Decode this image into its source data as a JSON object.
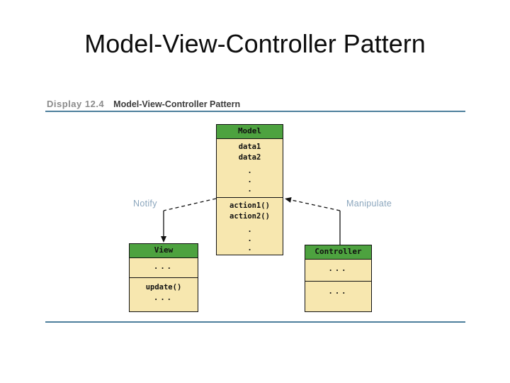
{
  "slide": {
    "title": "Model-View-Controller Pattern"
  },
  "figure": {
    "label": "Display 12.4",
    "caption": "Model-View-Controller Pattern",
    "colors": {
      "rule_blue": "#4d7f9c",
      "class_header_green": "#4da23f",
      "class_body_cream": "#f7e7af",
      "connector_label_blue": "#8ba6bd",
      "figure_label_gray": "#8b8b8b",
      "outline_black": "#111111"
    },
    "classes": {
      "model": {
        "name": "Model",
        "attributes": [
          "data1",
          "data2"
        ],
        "attr_dots": [
          ".",
          ".",
          "."
        ],
        "methods": [
          "action1()",
          "action2()"
        ],
        "method_dots": [
          ".",
          ".",
          "."
        ]
      },
      "view": {
        "name": "View",
        "attributes": [
          "..."
        ],
        "methods": [
          "update()",
          "..."
        ]
      },
      "controller": {
        "name": "Controller",
        "attributes": [
          "..."
        ],
        "methods": [
          "..."
        ]
      }
    },
    "connectors": {
      "notify_label": "Notify",
      "manipulate_label": "Manipulate"
    }
  }
}
